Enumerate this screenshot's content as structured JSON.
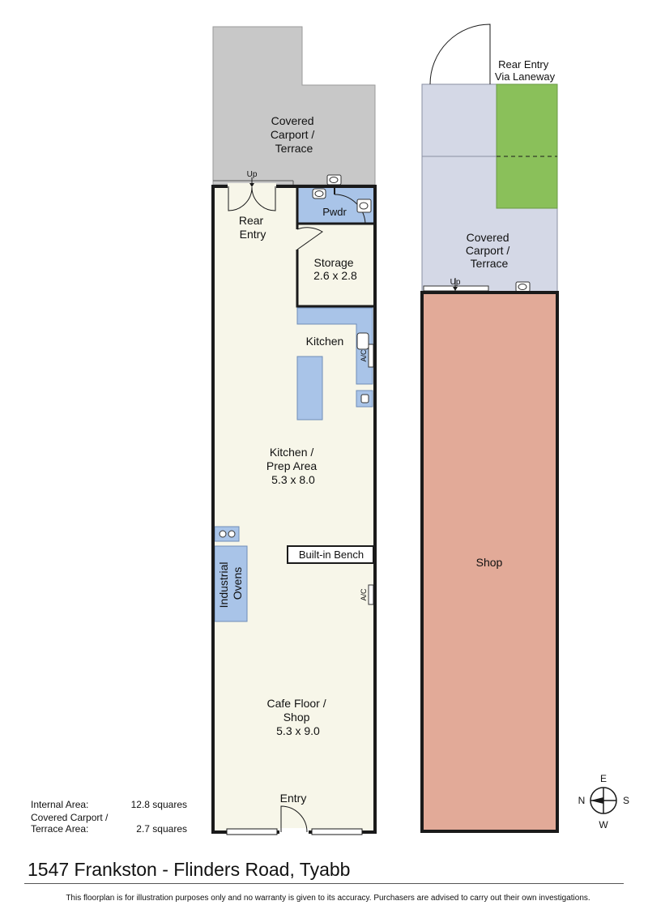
{
  "rooms": {
    "covered_carport_left": {
      "lines": [
        "Covered",
        "Carport /",
        "Terrace"
      ]
    },
    "rear_entry": {
      "lines": [
        "Rear",
        "Entry"
      ]
    },
    "pwdr": "Pwdr",
    "storage": {
      "lines": [
        "Storage",
        "2.6 x 2.8"
      ]
    },
    "kitchen": "Kitchen",
    "kitchen_prep": {
      "lines": [
        "Kitchen /",
        "Prep Area",
        "5.3 x 8.0"
      ]
    },
    "built_in_bench": "Built-in Bench",
    "industrial_ovens": {
      "lines": [
        "Industrial",
        "Ovens"
      ]
    },
    "cafe_floor": {
      "lines": [
        "Cafe Floor /",
        "Shop",
        "5.3 x 9.0"
      ]
    },
    "entry": "Entry",
    "up_left": "Up",
    "ac_top": "A/C",
    "ac_mid": "A/C",
    "rear_entry_laneway": {
      "lines": [
        "Rear Entry",
        "Via Laneway"
      ]
    },
    "covered_carport_right": {
      "lines": [
        "Covered",
        "Carport /",
        "Terrace"
      ]
    },
    "up_right": "Up",
    "shop": "Shop"
  },
  "compass": {
    "north": "N",
    "east": "E",
    "south": "S",
    "west": "W"
  },
  "areas": [
    {
      "label_lines": [
        "Internal Area:"
      ],
      "value": "12.8 squares"
    },
    {
      "label_lines": [
        "Covered Carport /",
        "Terrace Area:"
      ],
      "value": "2.7 squares"
    }
  ],
  "address": "1547 Frankston - Flinders Road, Tyabb",
  "disclaimer": "This floorplan is for illustration purposes only and no warranty is given to its accuracy. Purchasers are advised to carry out their own investigations.",
  "colors": {
    "wall": "#1a1a1a",
    "covered_grey": "#c8c8c8",
    "interior_cream": "#f7f6e9",
    "wet_area_blue": "#a9c4e8",
    "right_carport": "#d4d8e6",
    "garden_green": "#8ac05a",
    "shop_fill": "#e2aa98"
  }
}
